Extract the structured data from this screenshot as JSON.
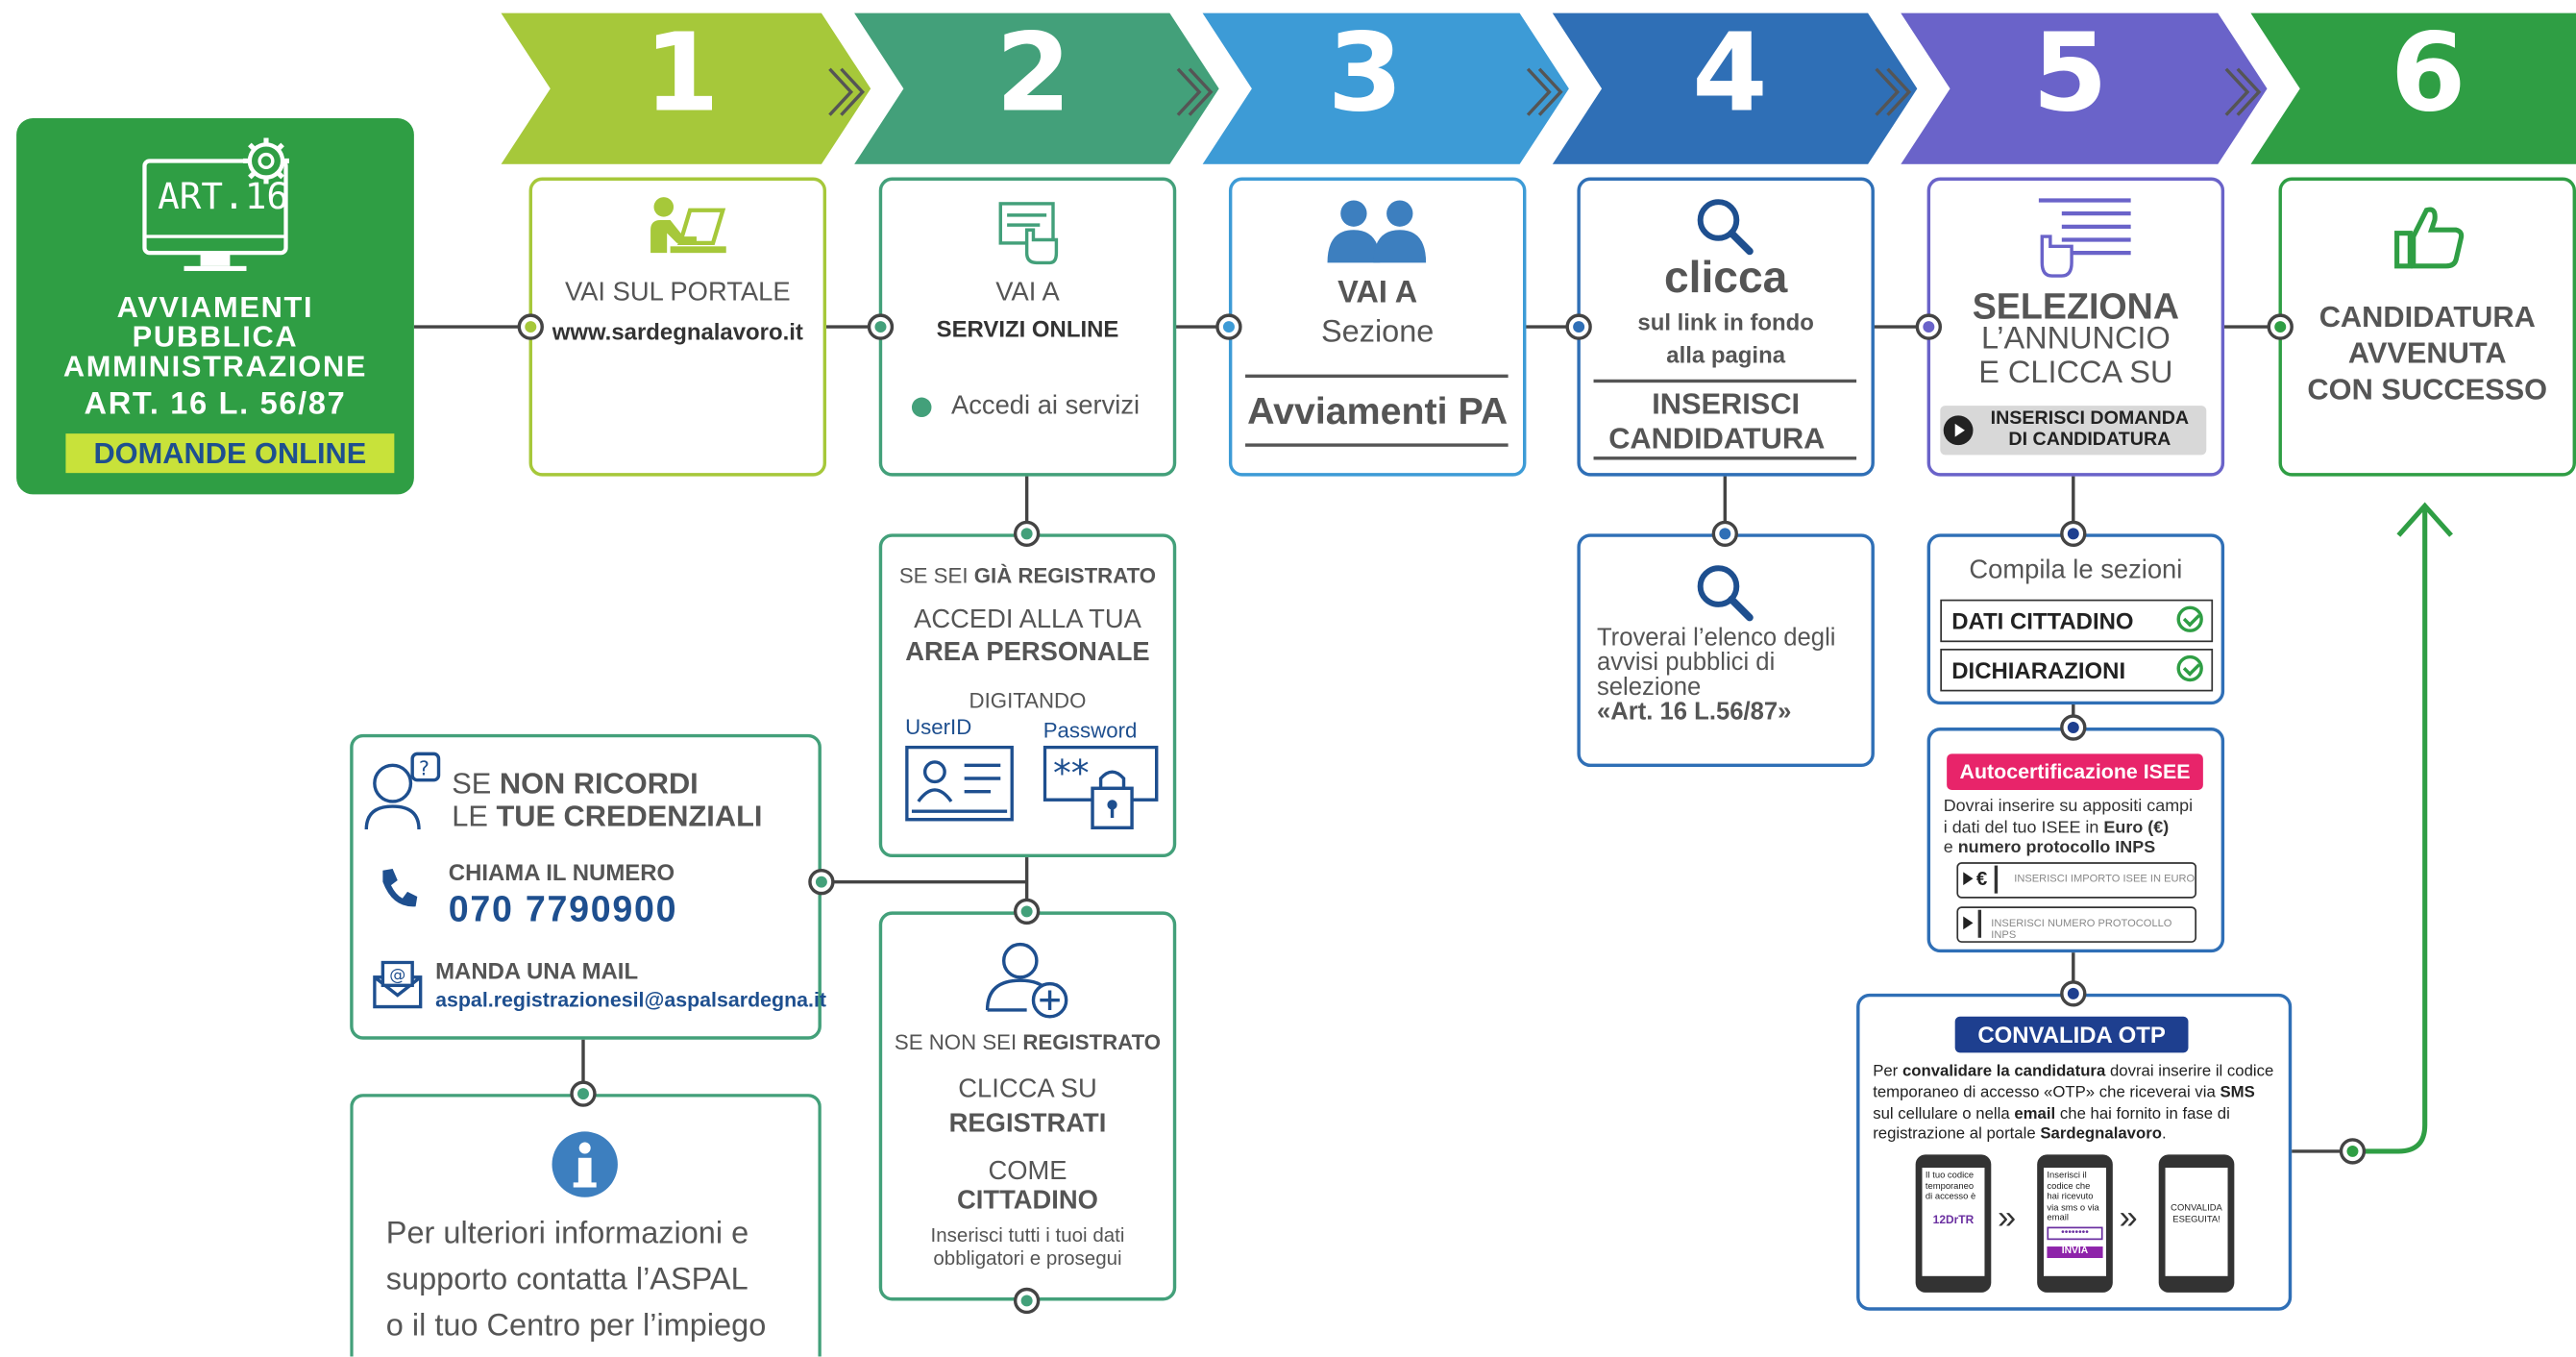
{
  "header": {
    "badge_lines": [
      "AVVIAMENTI",
      "PUBBLICA",
      "AMMINISTRAZIONE",
      "ART. 16 L. 56/87"
    ],
    "badge_tag": "DOMANDE ONLINE",
    "monitor_text": "ART.16"
  },
  "steps": [
    {
      "num": "1",
      "color": "#a6c83a"
    },
    {
      "num": "2",
      "color": "#43a07a"
    },
    {
      "num": "3",
      "color": "#3d9bd6"
    },
    {
      "num": "4",
      "color": "#2f6fb6"
    },
    {
      "num": "5",
      "color": "#6a63c9"
    },
    {
      "num": "6",
      "color": "#2f9e44"
    }
  ],
  "step1": {
    "line1": "VAI SUL PORTALE",
    "line2": "www.sardegnalavoro.it"
  },
  "step2": {
    "line1": "VAI A",
    "line2": "SERVIZI ONLINE",
    "line3": "Accedi ai servizi"
  },
  "step2_registered": {
    "title_a": "SE SEI",
    "title_b": "GIÀ REGISTRATO",
    "line1": "ACCEDI ALLA TUA",
    "line2": "AREA PERSONALE",
    "line3": "DIGITANDO",
    "userid": "UserID",
    "password": "Password"
  },
  "step2_unregistered": {
    "title_a": "SE NON SEI",
    "title_b": "REGISTRATO",
    "line1": "CLICCA SU",
    "line2": "REGISTRATI",
    "line3": "COME",
    "line4": "CITTADINO",
    "note1": "Inserisci tutti i tuoi dati",
    "note2": "obbligatori e prosegui"
  },
  "credentials": {
    "title1a": "SE",
    "title1b": "NON RICORDI",
    "title2a": "LE",
    "title2b": "TUE CREDENZIALI",
    "call_label": "CHIAMA IL NUMERO",
    "phone": "070 7790900",
    "mail_label": "MANDA UNA MAIL",
    "email": "aspal.registrazionesil@aspalsardegna.it"
  },
  "info": {
    "line1": "Per ulteriori informazioni e",
    "line2": "supporto contatta l’ASPAL",
    "line3": "o il tuo Centro per l’impiego"
  },
  "step3": {
    "line1": "VAI A",
    "line2": "Sezione",
    "line3": "Avviamenti PA"
  },
  "step4": {
    "line1": "clicca",
    "line2": "sul link in fondo",
    "line3": "alla pagina",
    "line4": "INSERISCI",
    "line5": "CANDIDATURA"
  },
  "step4_info": {
    "line1": "Troverai l’elenco degli",
    "line2": "avvisi pubblici di",
    "line3": "selezione",
    "line4": "«Art. 16 L.56/87»"
  },
  "step5": {
    "line1": "SELEZIONA",
    "line2": "L’ANNUNCIO",
    "line3": "E CLICCA SU",
    "btn1": "INSERISCI DOMANDA",
    "btn2": "DI CANDIDATURA"
  },
  "sections": {
    "title": "Compila le sezioni",
    "item1": "DATI CITTADINO",
    "item2": "DICHIARAZIONI"
  },
  "isee": {
    "title": "Autocertificazione ISEE",
    "t1": "Dovrai inserire su appositi campi",
    "t2a": "i dati del tuo ISEE in",
    "t2b": "Euro (€)",
    "t3a": "e",
    "t3b": "numero protocollo INPS",
    "field1_prefix": "€",
    "field1": "INSERISCI IMPORTO ISEE IN EURO",
    "field2": "INSERISCI NUMERO PROTOCOLLO INPS"
  },
  "otp": {
    "title": "CONVALIDA OTP",
    "p1a": "Per",
    "p1b": "convalidare la candidatura",
    "p1c": "dovrai inserire il codice",
    "p2a": "temporaneo di accesso «OTP» che riceverai via",
    "p2b": "SMS",
    "p3a": "sul cellulare o nella",
    "p3b": "email",
    "p3c": "che hai fornito in fase di",
    "p4a": "registrazione al portale",
    "p4b": "Sardegnalavoro",
    "phone1_text": "Il tuo codice temporaneo di accesso è",
    "phone1_code": "12DrTR",
    "phone2_text": "Inserisci il codice che hai ricevuto via sms o via email",
    "phone2_code": "••••••••",
    "phone2_btn": "INVIA",
    "phone3_text": "CONVALIDA ESEGUITA!"
  },
  "step6": {
    "line1": "CANDIDATURA",
    "line2": "AVVENUTA",
    "line3": "CON SUCCESSO"
  }
}
